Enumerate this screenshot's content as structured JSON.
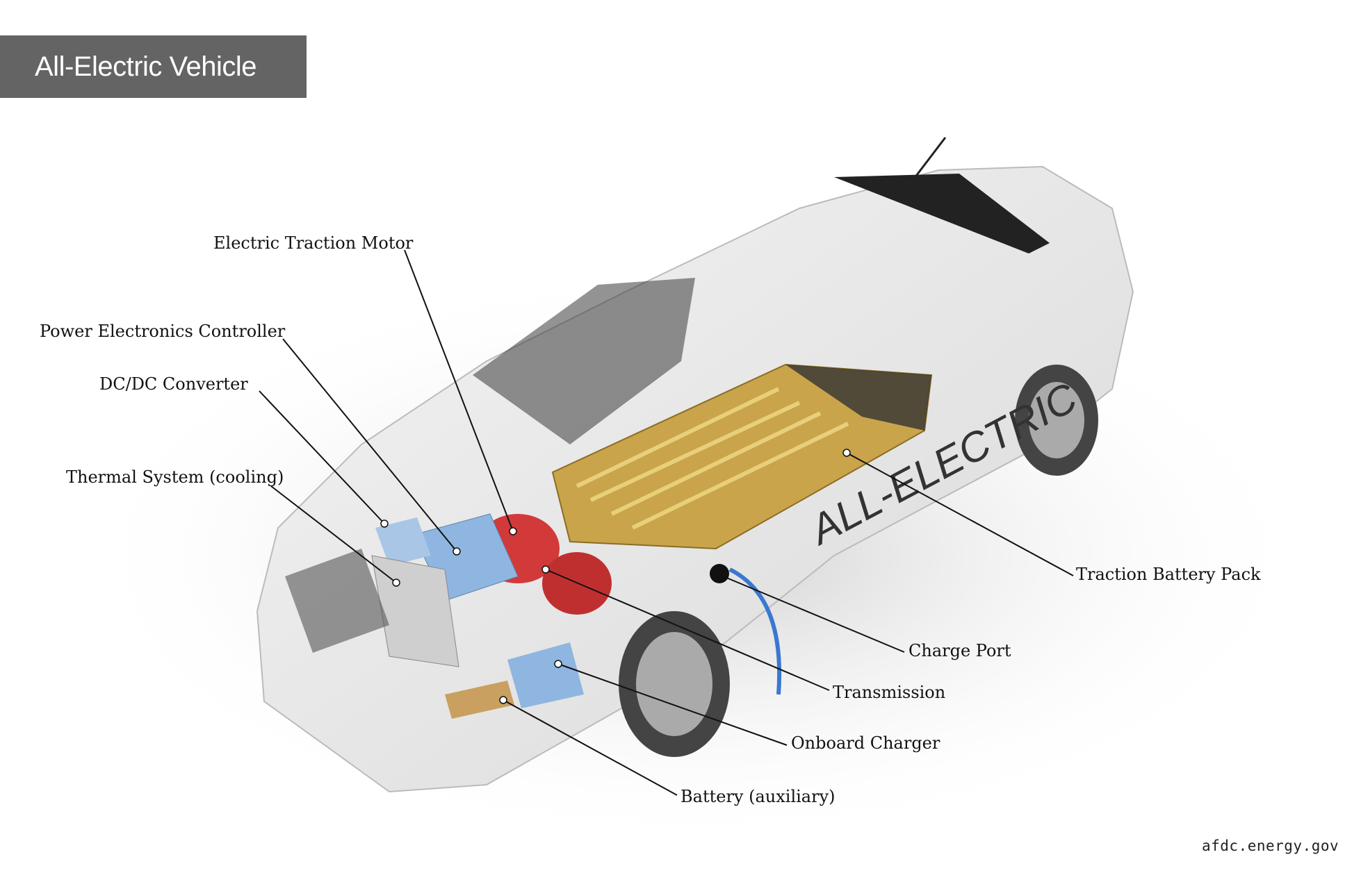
{
  "title": "All-Electric Vehicle",
  "labels": {
    "motor": "Electric Traction Motor",
    "pec": "Power Electronics Controller",
    "dcdc": "DC/DC Converter",
    "thermal": "Thermal System (cooling)",
    "battery_pack": "Traction Battery Pack",
    "charge_port": "Charge Port",
    "transmission": "Transmission",
    "onboard_charger": "Onboard Charger",
    "aux_battery": "Battery (auxiliary)"
  },
  "car_decal": "ALL-ELECTRIC",
  "credit": "afdc.energy.gov",
  "colors": {
    "title_bg": "#646464",
    "battery": "#c9a44a",
    "motor": "#d23a3a",
    "cooling": "#8fb6e0"
  }
}
